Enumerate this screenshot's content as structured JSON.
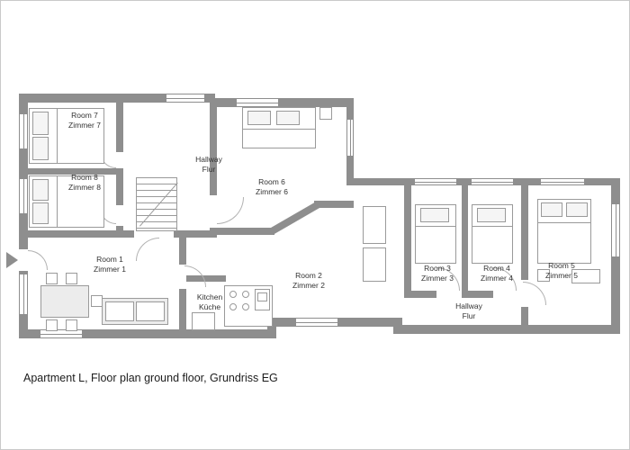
{
  "caption": "Apartment L, Floor plan ground floor, Grundriss EG",
  "rooms": {
    "r1": {
      "line1": "Room 1",
      "line2": "Zimmer 1"
    },
    "r2": {
      "line1": "Room 2",
      "line2": "Zimmer 2"
    },
    "r3": {
      "line1": "Room 3",
      "line2": "Zimmer 3"
    },
    "r4": {
      "line1": "Room 4",
      "line2": "Zimmer 4"
    },
    "r5": {
      "line1": "Room 5",
      "line2": "Zimmer 5"
    },
    "r6": {
      "line1": "Room 6",
      "line2": "Zimmer 6"
    },
    "r7": {
      "line1": "Room 7",
      "line2": "Zimmer 7"
    },
    "r8": {
      "line1": "Room 8",
      "line2": "Zimmer 8"
    },
    "hallway_top": {
      "line1": "Hallway",
      "line2": "Flur"
    },
    "hallway_right": {
      "line1": "Hallway",
      "line2": "Flur"
    },
    "kitchen": {
      "line1": "Kitchen",
      "line2": "Küche"
    }
  },
  "icons": {
    "entrance_arrow": "entrance-direction-arrow"
  },
  "colors": {
    "wall": "#8e8e8e",
    "furniture_outline": "#9a9a9a",
    "label_text": "#333333",
    "background": "#ffffff"
  }
}
